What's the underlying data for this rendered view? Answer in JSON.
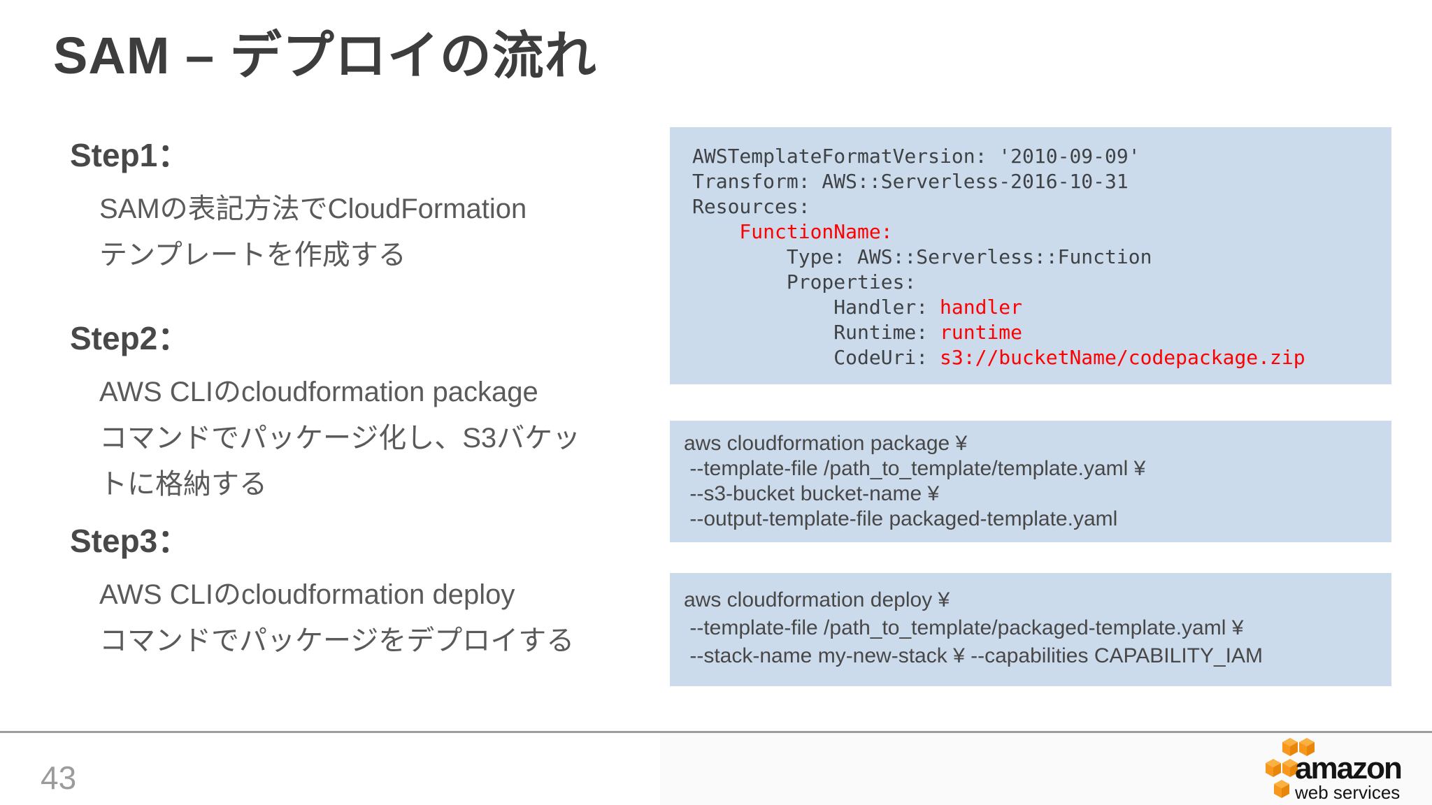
{
  "slide_title": "SAM – デプロイの流れ",
  "page_number": "43",
  "steps": [
    {
      "heading": "Step1：",
      "lines": [
        "SAMの表記方法でCloudFormation",
        "テンプレートを作成する"
      ]
    },
    {
      "heading": "Step2：",
      "lines": [
        "AWS CLIのcloudformation package",
        "コマンドでパッケージ化し、S3バケッ",
        "トに格納する"
      ]
    },
    {
      "heading": "Step3：",
      "lines": [
        "AWS CLIのcloudformation deploy",
        "コマンドでパッケージをデプロイする"
      ]
    }
  ],
  "yaml_box": {
    "lines": [
      {
        "segments": [
          {
            "text": "AWSTemplateFormatVersion: '2010-09-09'",
            "color": "#3f4245"
          }
        ]
      },
      {
        "segments": [
          {
            "text": "Transform: AWS::Serverless-2016-10-31",
            "color": "#3f4245"
          }
        ]
      },
      {
        "segments": [
          {
            "text": "Resources:",
            "color": "#3f4245"
          }
        ]
      },
      {
        "segments": [
          {
            "text": "    FunctionName:",
            "color": "#ff0000"
          }
        ]
      },
      {
        "segments": [
          {
            "text": "        Type: AWS::Serverless::Function",
            "color": "#3f4245"
          }
        ]
      },
      {
        "segments": [
          {
            "text": "        Properties:",
            "color": "#3f4245"
          }
        ]
      },
      {
        "segments": [
          {
            "text": "            Handler: ",
            "color": "#3f4245"
          },
          {
            "text": "handler",
            "color": "#ff0000"
          }
        ]
      },
      {
        "segments": [
          {
            "text": "            Runtime: ",
            "color": "#3f4245"
          },
          {
            "text": "runtime",
            "color": "#ff0000"
          }
        ]
      },
      {
        "segments": [
          {
            "text": "            CodeUri: ",
            "color": "#3f4245"
          },
          {
            "text": "s3://bucketName/codepackage.zip",
            "color": "#ff0000"
          }
        ]
      }
    ]
  },
  "package_box": {
    "lines": [
      "aws cloudformation package ¥",
      " --template-file /path_to_template/template.yaml ¥",
      " --s3-bucket bucket-name ¥",
      " --output-template-file packaged-template.yaml"
    ]
  },
  "deploy_box": {
    "lines": [
      "aws cloudformation deploy ¥",
      " --template-file /path_to_template/packaged-template.yaml ¥",
      " --stack-name my-new-stack ¥ --capabilities CAPABILITY_IAM"
    ]
  },
  "footer": {
    "logo_brand": "amazon",
    "logo_sub": "web services"
  },
  "colors": {
    "code_box_bg": "#ccdbec",
    "code_text": "#3f4245",
    "code_highlight": "#ff0000",
    "title_text": "#3d3d3d",
    "body_text": "#5a5a5a",
    "page_number": "#9b9b9b",
    "divider": "#9d9d9d",
    "logo_orange": "#f7981d"
  }
}
